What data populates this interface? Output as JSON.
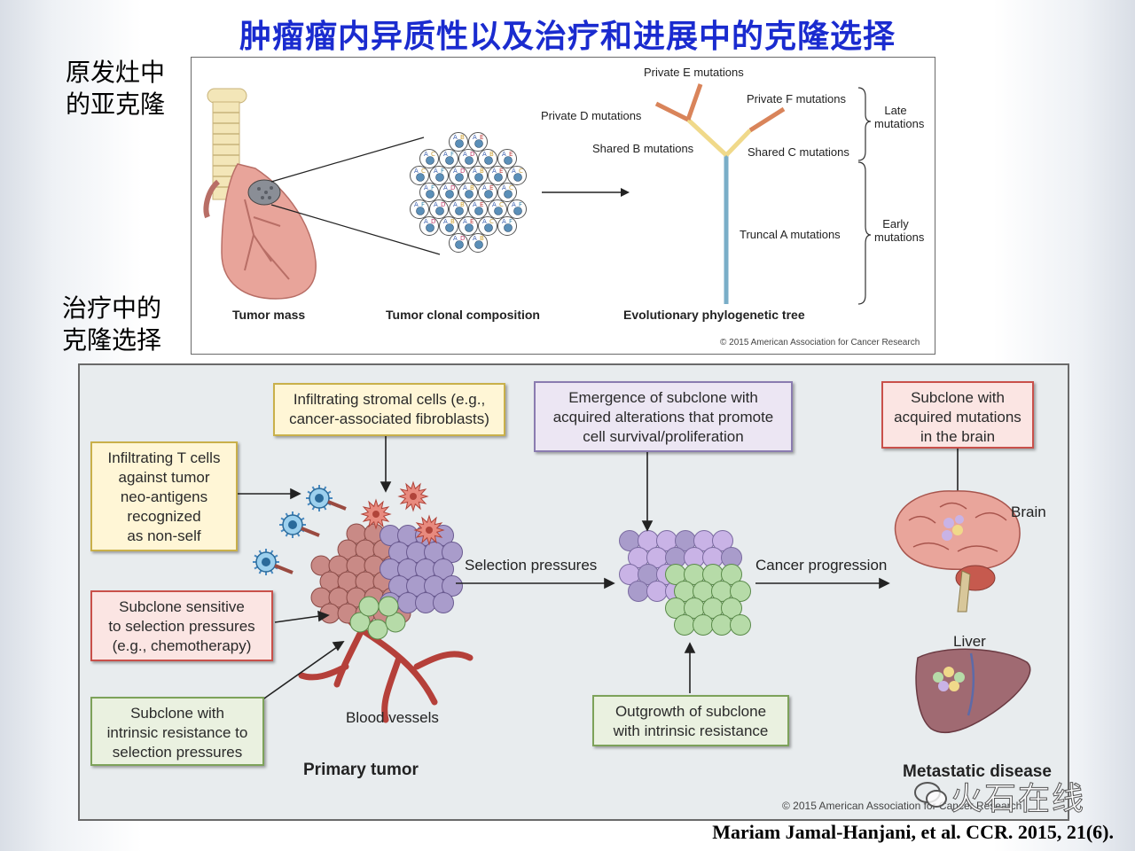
{
  "slide": {
    "title": "肿瘤瘤内异质性以及治疗和进展中的克隆选择",
    "side_label_1_line_1": "原发灶中",
    "side_label_1_line_2": "的亚克隆",
    "side_label_2_line_1": "治疗中的",
    "side_label_2_line_2": "克隆选择",
    "citation": "Mariam Jamal-Hanjani, et al.  CCR. 2015, 21(6).",
    "watermark": "火石在线"
  },
  "top_panel": {
    "label_tumor_mass": "Tumor mass",
    "label_clonal_composition": "Tumor clonal composition",
    "label_phylogenetic_tree": "Evolutionary phylogenetic tree",
    "private_e": "Private E mutations",
    "private_f": "Private F mutations",
    "private_d": "Private D mutations",
    "shared_b": "Shared B mutations",
    "shared_c": "Shared C mutations",
    "truncal_a": "Truncal A mutations",
    "late_line_1": "Late",
    "late_line_2": "mutations",
    "early_line_1": "Early",
    "early_line_2": "mutations",
    "copyright": "© 2015 American Association for Cancer Research",
    "cell_letters": [
      "A",
      "B",
      "C",
      "D",
      "E",
      "F"
    ]
  },
  "bottom_panel": {
    "box_stromal_line_1": "Infiltrating stromal cells (e.g.,",
    "box_stromal_line_2": "cancer-associated fibroblasts)",
    "box_tcells_line_1": "Infiltrating T cells",
    "box_tcells_line_2": "against tumor",
    "box_tcells_line_3": "neo-antigens",
    "box_tcells_line_4": "recognized",
    "box_tcells_line_5": "as non-self",
    "box_sensitive_line_1": "Subclone sensitive",
    "box_sensitive_line_2": "to selection pressures",
    "box_sensitive_line_3": "(e.g., chemotherapy)",
    "box_intrinsic_line_1": "Subclone with",
    "box_intrinsic_line_2": "intrinsic resistance to",
    "box_intrinsic_line_3": "selection pressures",
    "box_emergence_line_1": "Emergence of subclone with",
    "box_emergence_line_2": "acquired alterations that promote",
    "box_emergence_line_3": "cell survival/proliferation",
    "box_brain_subclone_line_1": "Subclone with",
    "box_brain_subclone_line_2": "acquired mutations",
    "box_brain_subclone_line_3": "in the brain",
    "box_outgrowth_line_1": "Outgrowth of subclone",
    "box_outgrowth_line_2": "with intrinsic resistance",
    "label_selection_pressures": "Selection pressures",
    "label_cancer_progression": "Cancer progression",
    "label_brain": "Brain",
    "label_liver": "Liver",
    "label_blood_vessels": "Blood vessels",
    "label_primary_tumor": "Primary tumor",
    "label_metastatic_disease": "Metastatic disease",
    "copyright": "© 2015 American Association for Cancer Research"
  },
  "colors": {
    "title_blue": "#1a2bcf",
    "clone_red": "#c98a86",
    "clone_purple": "#a99ccb",
    "clone_green": "#b6dba8",
    "clone_violet": "#c9b3e6",
    "trunk_blue": "#7aaec8",
    "branch_yellow": "#f0d98a",
    "branch_orange": "#d9845a"
  }
}
